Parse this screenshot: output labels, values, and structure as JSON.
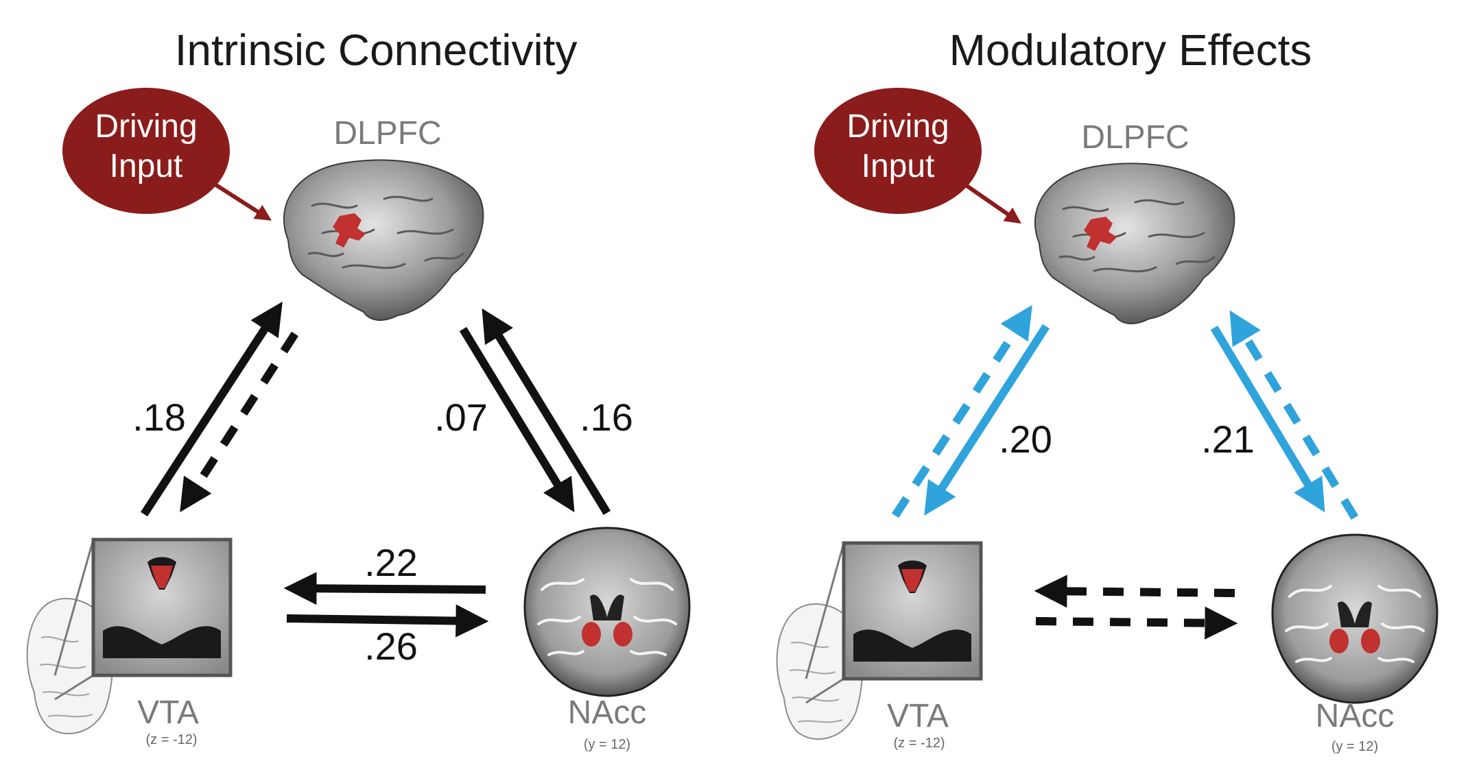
{
  "colors": {
    "drive": "#8b1c1c",
    "positive": "#111111",
    "modulatory": "#2fa3dc",
    "region_label": "#7a7a7a",
    "highlight": "#c0312f"
  },
  "panels": {
    "intrinsic": {
      "title": "Intrinsic Connectivity",
      "driving_input": [
        "Driving",
        "Input"
      ],
      "dlpfc": "DLPFC",
      "vta": "VTA",
      "vta_coord": "(z = -12)",
      "nacc": "NAcc",
      "nacc_coord": "(y = 12)",
      "values": {
        "vta_to_dlpfc": ".18",
        "dlpfc_to_nacc": ".07",
        "nacc_to_dlpfc": ".16",
        "nacc_to_vta": ".22",
        "vta_to_nacc": ".26"
      }
    },
    "modulatory": {
      "title": "Modulatory Effects",
      "driving_input": [
        "Driving",
        "Input"
      ],
      "dlpfc": "DLPFC",
      "vta": "VTA",
      "vta_coord": "(z = -12)",
      "nacc": "NAcc",
      "nacc_coord": "(y = 12)",
      "values": {
        "dlpfc_to_vta": ".20",
        "dlpfc_to_nacc": ".21"
      }
    }
  }
}
